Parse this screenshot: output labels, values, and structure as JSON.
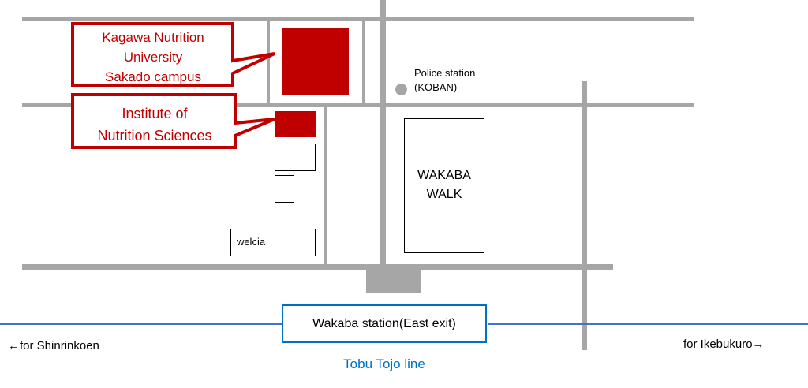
{
  "map": {
    "title": "Access map to Kagawa Nutrition University Sakado campus",
    "colors": {
      "road": "#a6a6a6",
      "highlight": "#c00000",
      "rail": "#4472c4",
      "station_label": "#0070c0"
    },
    "callouts": {
      "university": [
        "Kagawa Nutrition",
        "University",
        "Sakado campus"
      ],
      "institute": [
        "Institute of",
        "Nutrition Sciences"
      ]
    },
    "landmarks": {
      "police_station": [
        "Police station",
        "(KOBAN)"
      ],
      "shopping_mall": [
        "WAKABA",
        "WALK"
      ],
      "drugstore": "welcia"
    },
    "station": {
      "name": "Wakaba station(East exit)",
      "line": "Tobu Tojo line"
    },
    "directions": {
      "west": "←for Shinrinkoen",
      "east": "for Ikebukuro→"
    }
  }
}
